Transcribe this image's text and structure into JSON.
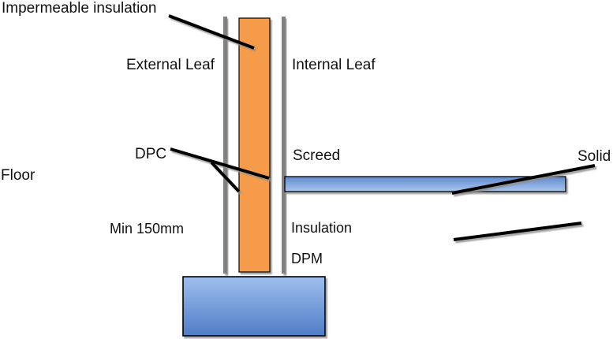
{
  "labels": {
    "impermeable_insulation": "Impermeable insulation",
    "external_leaf": "External Leaf",
    "internal_leaf": "Internal Leaf",
    "dpc": "DPC",
    "screed": "Screed",
    "solid": "Solid",
    "floor": "Floor",
    "min_150mm": "Min 150mm",
    "insulation": "Insulation",
    "dpm": "DPM"
  },
  "colors": {
    "wall_leaf_gray": "#818181",
    "insulation_orange": "#F59B49",
    "dpc_green": "#2F9C41",
    "screed_purple": "#6B2380",
    "floor_insulation_olive": "#827B5C",
    "ground_line_blue": "#7195C9",
    "slab_gradient_top": "#6089CC",
    "slab_gradient_bottom": "#A9C6F1",
    "foundation_gradient_top": "#9FBEEE",
    "foundation_gradient_bottom": "#4F7DC5",
    "leader_black": "#000000"
  }
}
